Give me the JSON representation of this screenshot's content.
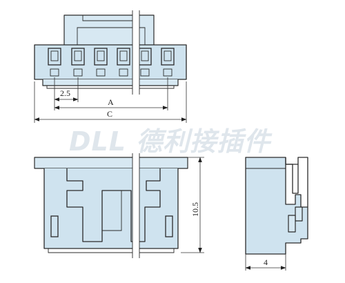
{
  "watermark": {
    "text": "DLL 德利接插件"
  },
  "dimensions": {
    "pitch": "2.5",
    "a": "A",
    "c": "C",
    "height": "10.5",
    "depth": "4"
  },
  "colors": {
    "body_fill": "#cfe3ef",
    "outline": "#2a2a2a",
    "watermark": "#dfe6ec",
    "background": "#ffffff"
  }
}
